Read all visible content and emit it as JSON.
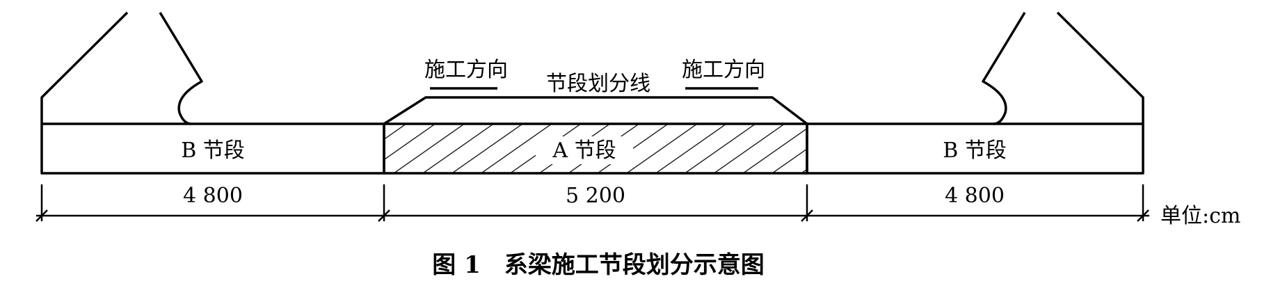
{
  "segments": [
    {
      "label": "B 节段",
      "length": "4 800"
    },
    {
      "label": "A 节段",
      "length": "5 200"
    },
    {
      "label": "B 节段",
      "length": "4 800"
    }
  ],
  "annotations": {
    "direction_left": "施工方向",
    "direction_right": "施工方向",
    "division_line": "节段划分线"
  },
  "unit_label": "单位:cm",
  "caption": "图 1　系梁施工节段划分示意图"
}
